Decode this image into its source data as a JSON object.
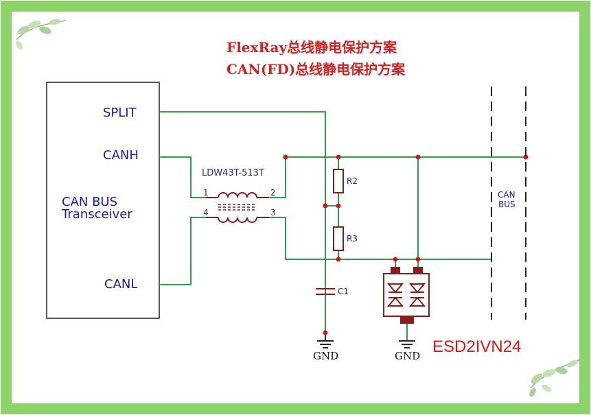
{
  "title": {
    "line1": "FlexRay总线静电保护方案",
    "line2": "CAN(FD)总线静电保护方案"
  },
  "transceiver": {
    "name_line1": "CAN BUS",
    "name_line2": "Transceiver",
    "pins": {
      "split": "SPLIT",
      "canh": "CANH",
      "canl": "CANL"
    }
  },
  "choke": {
    "part": "LDW43T-513T",
    "pin1": "1",
    "pin2": "2",
    "pin3": "3",
    "pin4": "4"
  },
  "components": {
    "r2": "R2",
    "r3": "R3",
    "c1": "C1"
  },
  "grounds": {
    "gnd_left": "GND",
    "gnd_right": "GND"
  },
  "bus": {
    "line1": "CAN",
    "line2": "BUS"
  },
  "esd_part": "ESD2IVN24",
  "colors": {
    "border": "#8cd36a",
    "wire": "#2aa04a",
    "junction": "#cc1a1a",
    "component": "#8b1a1a",
    "label_blue": "#1a1aa6",
    "title_red": "#d42020"
  },
  "icons": [
    "leaf-decoration-icon",
    "ground-icon",
    "tvs-diode-icon"
  ]
}
